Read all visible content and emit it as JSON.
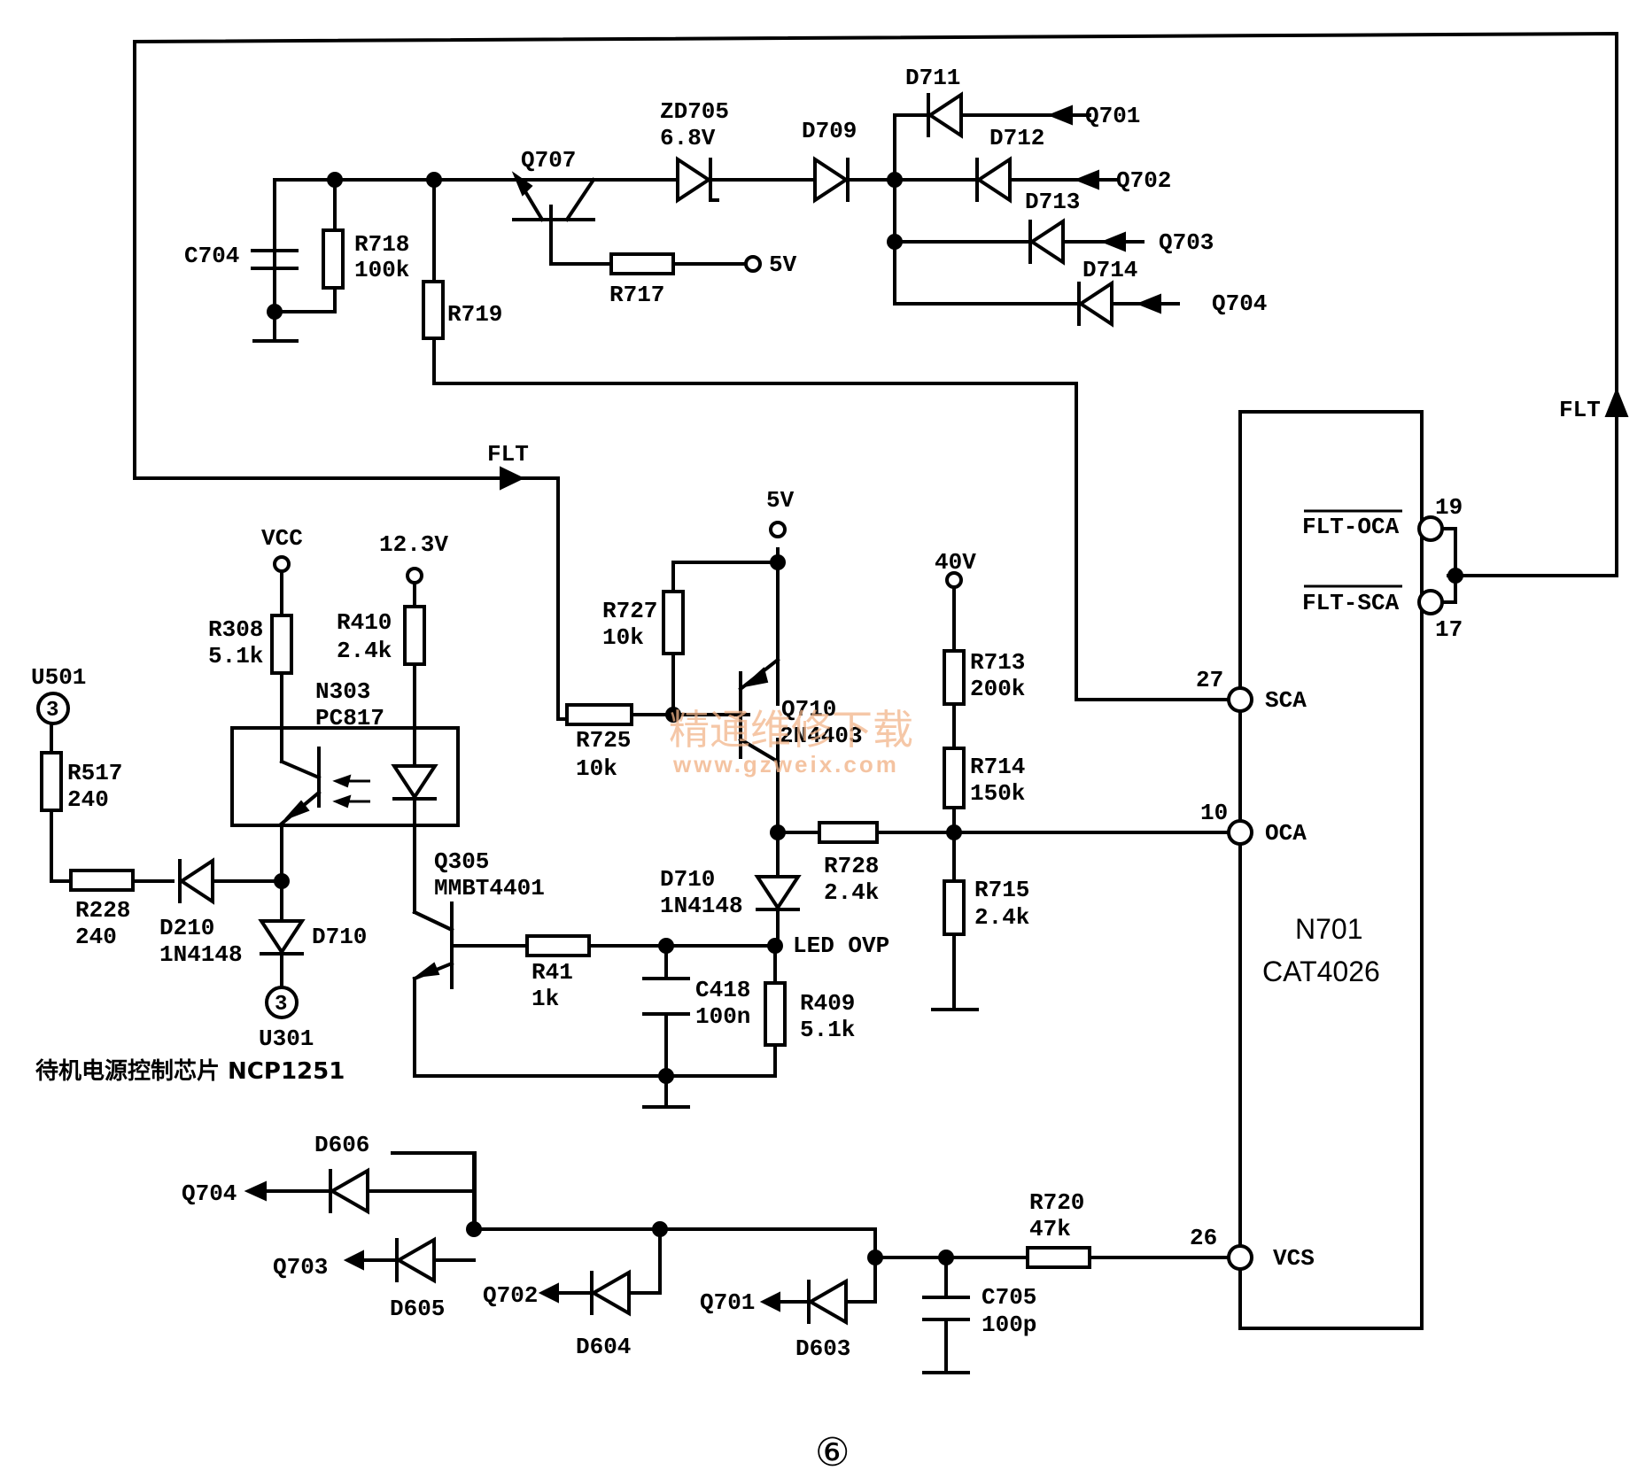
{
  "components": {
    "c704": "C704",
    "r718": "R718",
    "r718_val": "100k",
    "r719": "R719",
    "q707": "Q707",
    "zd705": "ZD705",
    "zd705_val": "6.8V",
    "d709": "D709",
    "d711": "D711",
    "d712": "D712",
    "d713": "D713",
    "d714": "D714",
    "r717": "R717",
    "u501": "U501",
    "r517": "R517",
    "r517_val": "240",
    "r228": "R228",
    "r228_val": "240",
    "d210": "D210",
    "d210_val": "1N4148",
    "d710a": "D710",
    "u301": "U301",
    "r308": "R308",
    "r308_val": "5.1k",
    "r410": "R410",
    "r410_val": "2.4k",
    "n303": "N303",
    "n303_val": "PC817",
    "q305": "Q305",
    "q305_val": "MMBT4401",
    "r41": "R41",
    "r41_val": "1k",
    "c418": "C418",
    "c418_val": "100n",
    "r727": "R727",
    "r727_val": "10k",
    "r725": "R725",
    "r725_val": "10k",
    "q710": "Q710",
    "q710_val": "2N4403",
    "d710b": "D710",
    "d710b_val": "1N4148",
    "led_ovp": "LED OVP",
    "r728": "R728",
    "r728_val": "2.4k",
    "r409": "R409",
    "r409_val": "5.1k",
    "r713": "R713",
    "r713_val": "200k",
    "r714": "R714",
    "r714_val": "150k",
    "r715": "R715",
    "r715_val": "2.4k",
    "d606": "D606",
    "d605": "D605",
    "d604": "D604",
    "d603": "D603",
    "r720": "R720",
    "r720_val": "47k",
    "c705": "C705",
    "c705_val": "100p"
  },
  "nets": {
    "q701": "Q701",
    "q702": "Q702",
    "q703": "Q703",
    "q704": "Q704",
    "v5": "5V",
    "vcc": "VCC",
    "v12": "12.3V",
    "v40": "40V",
    "flt": "FLT",
    "flt_top": "FLT",
    "pin_u501": "3",
    "pin_u301": "3"
  },
  "ic": {
    "name": "N701",
    "part": "CAT4026",
    "pins": {
      "flt_oca": "FLT-OCA",
      "flt_oca_num": "19",
      "flt_sca": "FLT-SCA",
      "flt_sca_num": "17",
      "sca": "SCA",
      "sca_num": "27",
      "oca": "OCA",
      "oca_num": "10",
      "vcs": "VCS",
      "vcs_num": "26"
    }
  },
  "caption": "待机电源控制芯片 NCP1251",
  "watermark": {
    "cn": "精通维修下载",
    "url": "www.gzweix.com"
  },
  "figure_number": "⑥"
}
